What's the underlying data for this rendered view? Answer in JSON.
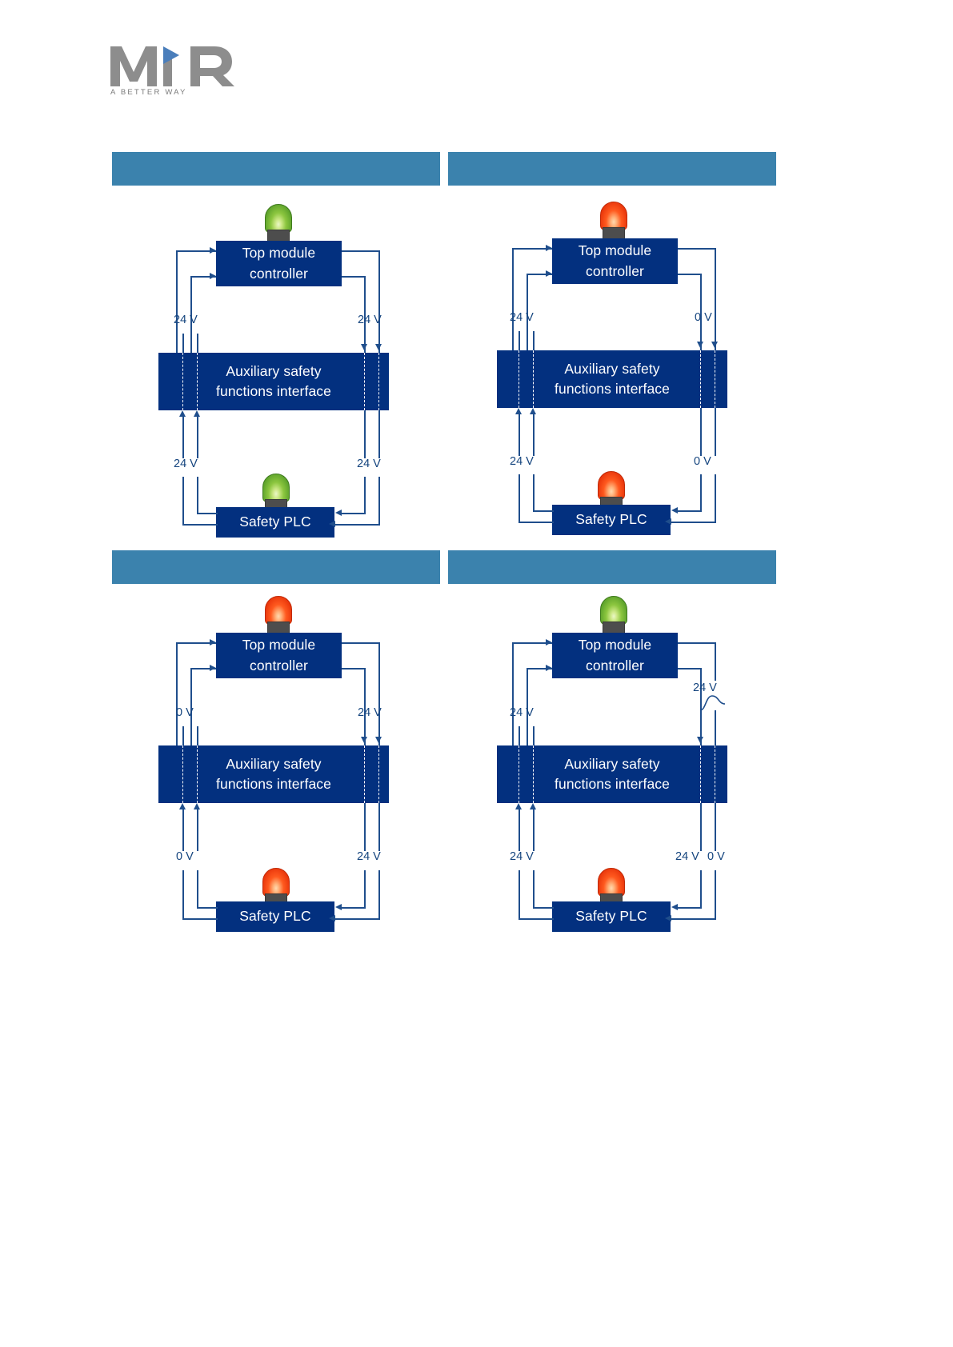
{
  "document": {
    "brand": {
      "name": "MiR",
      "tagline": "A BETTER WAY",
      "logo_icon": "mir-logo-icon",
      "gray": "#8d8d8d",
      "blue": "#4a7ebb"
    },
    "palette": {
      "header_bar": "#3b82ad",
      "block_fill": "#03307f",
      "wire": "#1f4e8c",
      "label_text": "#14447e",
      "lamp_green": "#8cc63f",
      "lamp_red": "#ff5a1f",
      "lamp_base": "#4d4d4d",
      "page_background": "#ffffff"
    },
    "blocks": {
      "top_module_controller": "Top module\ncontroller",
      "top_module_controller_line1": "Top module",
      "top_module_controller_line2": "controller",
      "auxiliary_interface_line1": "Auxiliary safety",
      "auxiliary_interface_line2": "functions interface",
      "safety_plc": "Safety PLC"
    },
    "voltages": {
      "v24": "24 V",
      "v0": "0 V"
    },
    "panels": [
      {
        "id": "panel-1",
        "position": "top-left",
        "header_label": "",
        "lamp_top": "green",
        "lamp_bottom": "green",
        "labels": {
          "upper_left": "24 V",
          "upper_right": "24 V",
          "lower_left": "24 V",
          "lower_right": "24 V"
        }
      },
      {
        "id": "panel-2",
        "position": "top-right",
        "header_label": "",
        "lamp_top": "red",
        "lamp_bottom": "red",
        "labels": {
          "upper_left": "24 V",
          "upper_right": "0 V",
          "lower_left": "24 V",
          "lower_right": "0 V"
        }
      },
      {
        "id": "panel-3",
        "position": "bottom-left",
        "header_label": "",
        "lamp_top": "red",
        "lamp_bottom": "red",
        "labels": {
          "upper_left": "0 V",
          "upper_right": "24 V",
          "lower_left": "0 V",
          "lower_right": "24 V"
        }
      },
      {
        "id": "panel-4",
        "position": "bottom-right",
        "header_label": "",
        "lamp_top": "green",
        "lamp_bottom": "red",
        "labels": {
          "upper_left": "24 V",
          "upper_right_top": "24 V",
          "lower_left": "24 V",
          "lower_right_a": "24 V",
          "lower_right_b": "0 V"
        }
      }
    ]
  }
}
